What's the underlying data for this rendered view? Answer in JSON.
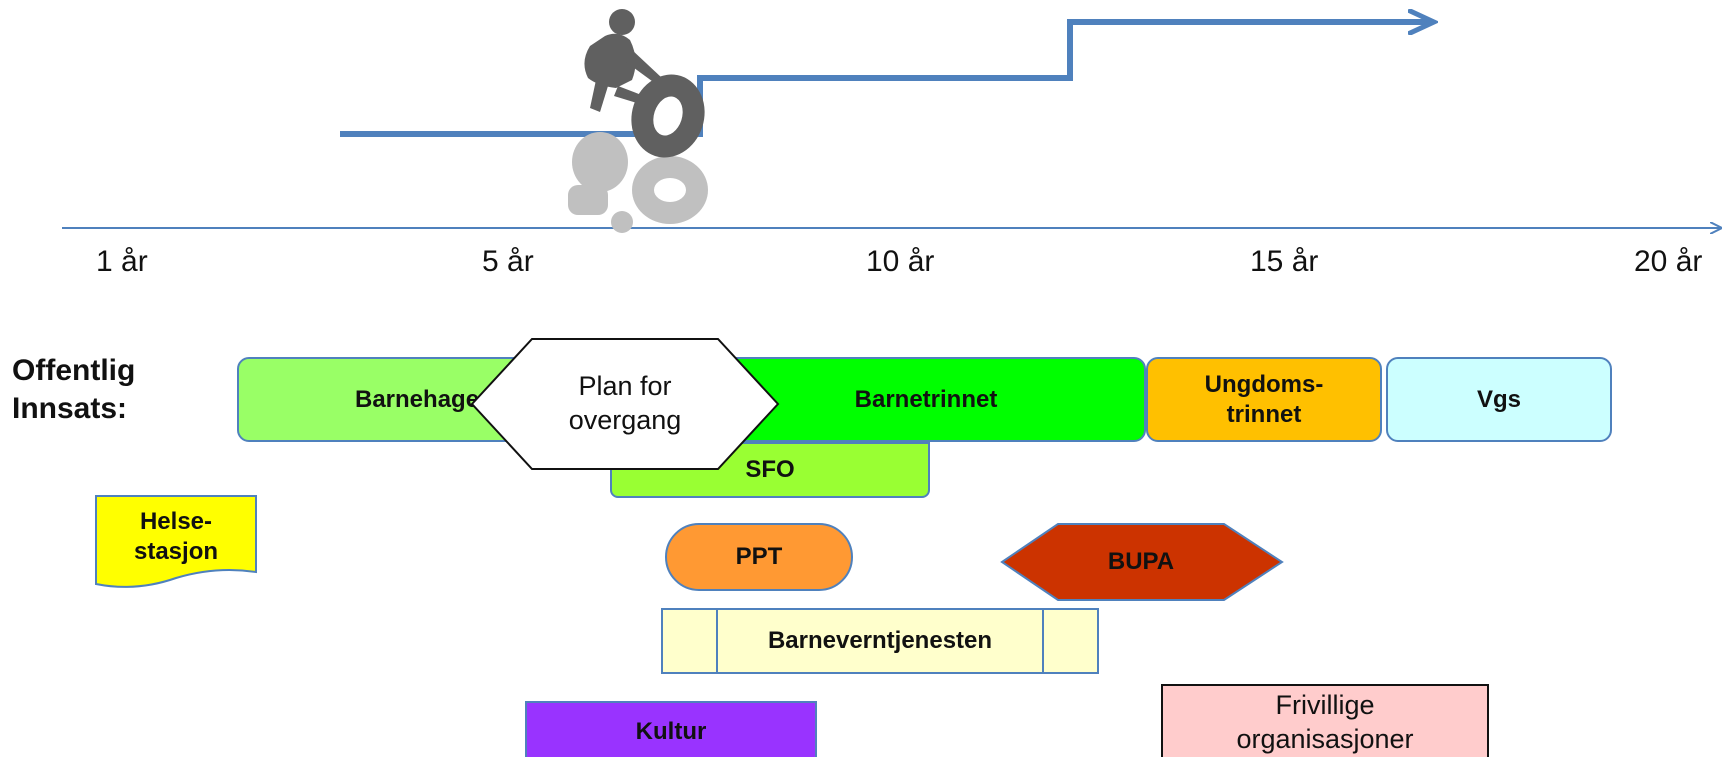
{
  "timeline": {
    "ticks": [
      "1 år",
      "5 år",
      "10 år",
      "15 år",
      "20 år"
    ]
  },
  "heading": {
    "line1": "Offentlig",
    "line2": "Innsats:"
  },
  "boxes": {
    "barnehage": "Barnehage",
    "barnetrinnet": "Barnetrinnet",
    "ungdomstrinnet_line1": "Ungdoms-",
    "ungdomstrinnet_line2": "trinnet",
    "vgs": "Vgs",
    "sfo": "SFO",
    "helsestasjon_line1": "Helse-",
    "helsestasjon_line2": "stasjon",
    "ppt": "PPT",
    "bupa": "BUPA",
    "barnevern": "Barneverntjenesten",
    "kultur": "Kultur",
    "frivillige_line1": "Frivillige",
    "frivillige_line2": "organisasjoner",
    "plan_line1": "Plan for",
    "plan_line2": "overgang"
  },
  "colors": {
    "axis": "#4f81bd",
    "barnehage": "#99ff66",
    "barnetrinnet": "#00ff00",
    "ungdomstrinnet": "#ffc000",
    "vgs": "#ccffff",
    "sfo": "#99ff33",
    "helsestasjon": "#ffff00",
    "ppt": "#ff9933",
    "bupa": "#cc3300",
    "barnevern": "#ffffcc",
    "kultur": "#9933ff",
    "frivillige": "#ffcccc"
  }
}
